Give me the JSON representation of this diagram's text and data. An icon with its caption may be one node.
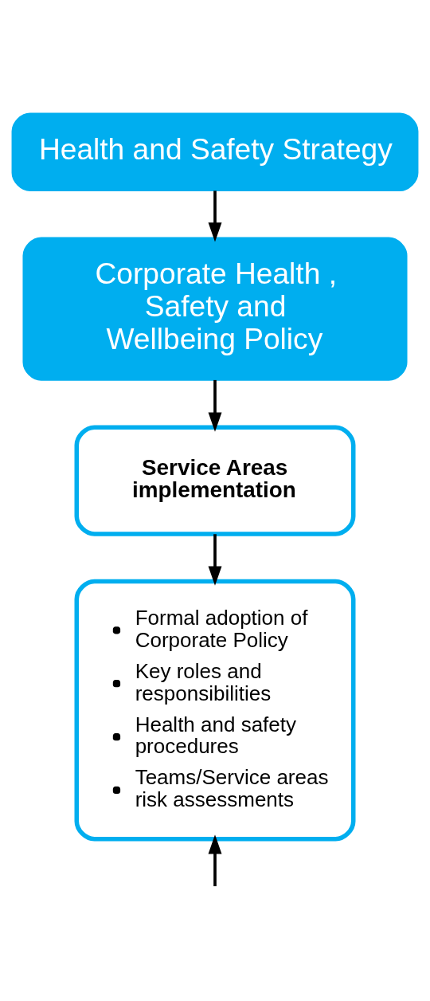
{
  "diagram": {
    "nodes": [
      {
        "text": [
          "Health and Safety Strategy"
        ]
      },
      {
        "text": [
          "Corporate Health , Safety and Wellbeing Policy"
        ]
      },
      {
        "text": [
          "Service Areas implementation"
        ]
      },
      {
        "text": [
          "Formal adoption of Corporate Policy",
          "Key roles and responsibilities",
          "Health and safety procedures",
          "Teams/Service areas risk assessments"
        ]
      }
    ],
    "edges": [
      {
        "from": 0,
        "to": 1,
        "arrow": "to"
      },
      {
        "from": 1,
        "to": 2,
        "arrow": "to"
      },
      {
        "from": 2,
        "to": 3,
        "arrow": "to"
      },
      {
        "from": null,
        "to": 3,
        "arrow": "to"
      }
    ]
  }
}
